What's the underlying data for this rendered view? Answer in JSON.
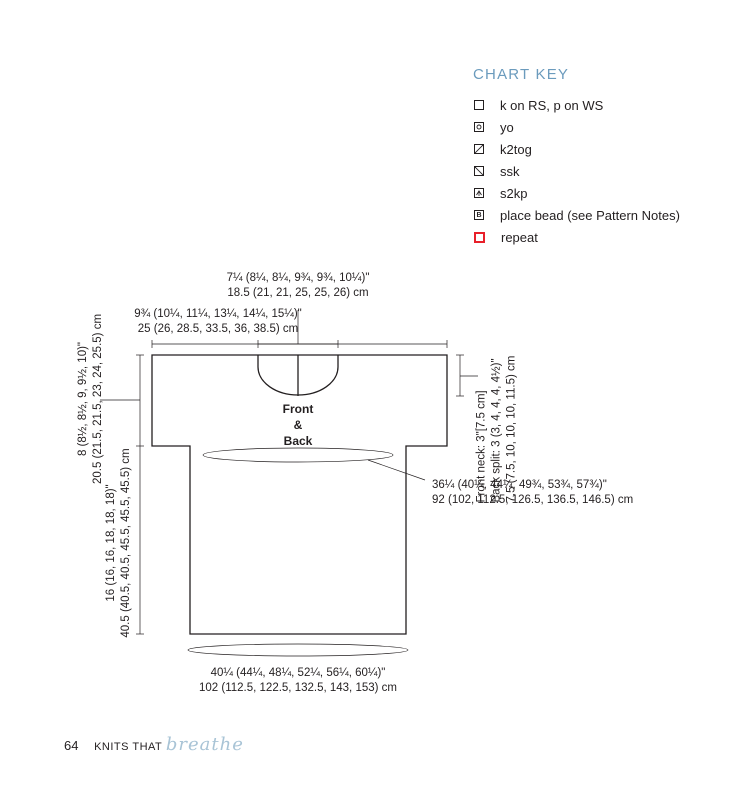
{
  "chart_key": {
    "title": "CHART KEY",
    "items": [
      {
        "symbol": "empty-square-icon",
        "label": "k on RS, p on WS"
      },
      {
        "symbol": "circle-square-icon",
        "label": "yo"
      },
      {
        "symbol": "slash-right-square-icon",
        "label": "k2tog"
      },
      {
        "symbol": "slash-left-square-icon",
        "label": "ssk"
      },
      {
        "symbol": "caret-square-icon",
        "label": "s2kp"
      },
      {
        "symbol": "bead-square-icon",
        "glyph": "B",
        "label": "place bead (see Pattern Notes)"
      },
      {
        "symbol": "red-square-icon",
        "label": "repeat"
      }
    ]
  },
  "schematic": {
    "center_label": "Front\n&\nBack",
    "neck_width": {
      "line1": "7¼ (8¼, 8¼, 9¾, 9¾, 10¼)\"",
      "line2": "18.5 (21, 21, 25, 25, 26) cm"
    },
    "shoulder_width": {
      "line1": "9¾ (10¼, 11¼, 13¼, 14¼, 15¼)\"",
      "line2": "25 (26, 28.5, 33.5, 36, 38.5) cm"
    },
    "sleeve_depth": {
      "line1": "8 (8½, 8½, 9, 9½, 10)\"",
      "line2": "20.5 (21.5, 21.5, 23, 24, 25.5) cm"
    },
    "body_length": {
      "line1": "16 (16, 16, 18, 18, 18)\"",
      "line2": "40.5 (40.5, 40.5, 45.5, 45.5, 45.5) cm"
    },
    "neck_depth": {
      "line1": "Front neck: 3\"[7.5 cm]",
      "line2": "Back split: 3 (3, 4, 4, 4, 4½)\"",
      "line3": "7.5 (7.5, 10, 10, 10, 11.5) cm"
    },
    "chest": {
      "line1": "36¼ (40¼, 44¼, 49¾, 53¾, 57¾)\"",
      "line2": "92 (102, 112.5, 126.5, 136.5, 146.5) cm"
    },
    "hem": {
      "line1": "40¼ (44¼, 48¼, 52¼, 56¼, 60¼)\"",
      "line2": "102 (112.5, 122.5, 132.5, 143, 153) cm"
    }
  },
  "footer": {
    "page_number": "64",
    "book_title": "KNITS THAT",
    "book_title_script": "breathe"
  },
  "colors": {
    "key_title": "#6b9bbd",
    "repeat_box": "#e8202a",
    "script": "#a9c4d6"
  }
}
